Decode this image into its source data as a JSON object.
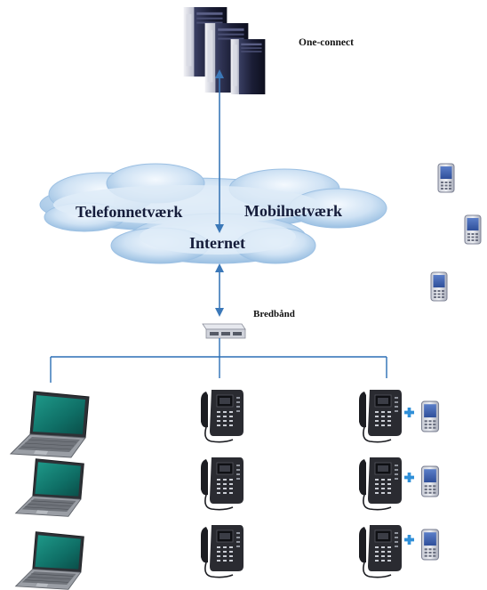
{
  "labels": {
    "server": "One-connect",
    "telefonnet": "Telefonnetværk",
    "mobilnet": "Mobilnetværk",
    "internet": "Internet",
    "broadband": "Bredbånd"
  },
  "colors": {
    "line": "#2b6fb5",
    "arrow": "#3b78b8",
    "cloud_light": "#eaf3fb",
    "cloud_dark": "#8fb8de",
    "plus": "#2f8fd8"
  },
  "icons": {
    "server": "server-tower-icon",
    "cloud": "cloud-icon",
    "router": "network-router-icon",
    "laptop": "laptop-icon",
    "deskphone": "desk-phone-icon",
    "mobile": "mobile-handset-icon",
    "plus": "plus-icon"
  }
}
